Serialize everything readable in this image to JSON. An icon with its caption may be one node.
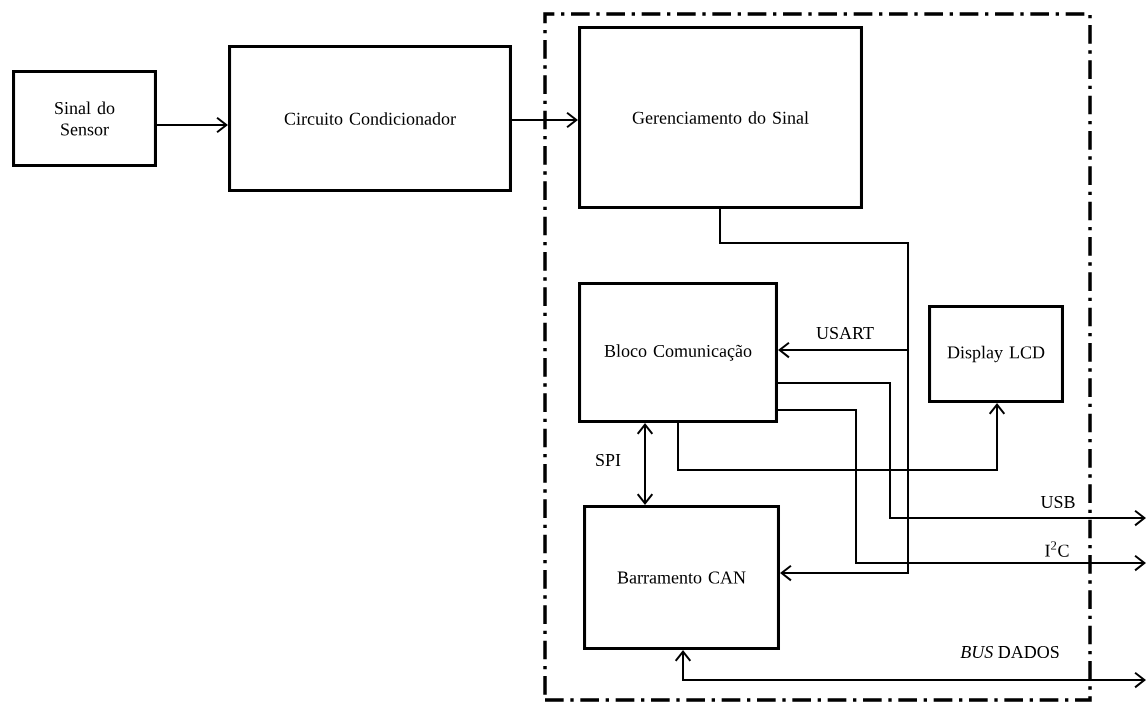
{
  "diagram": {
    "nodes": [
      {
        "text": [
          "Sinal do Sensor"
        ]
      },
      {
        "text": [
          "Circuito Condicionador"
        ]
      },
      {
        "text": [],
        "shape": "box"
      },
      {
        "text": [
          "Gerenciamento do Sinal"
        ],
        "in": 2
      },
      {
        "text": [
          "Bloco Comunicação"
        ],
        "in": 2
      },
      {
        "text": [
          "Display LCD"
        ],
        "in": 2
      },
      {
        "text": [
          "Barramento CAN"
        ],
        "in": 2
      }
    ],
    "edges": [
      {
        "from": 0,
        "to": 1,
        "arrow": "to"
      },
      {
        "from": 1,
        "to": 3,
        "arrow": "to"
      },
      {
        "from": 3,
        "to": 4,
        "arrow": "to",
        "label": "USART"
      },
      {
        "from": 3,
        "to": 6,
        "arrow": "to"
      },
      {
        "from": 4,
        "to": 6,
        "arrow": "both",
        "label": "SPI"
      },
      {
        "from": 4,
        "to": 5,
        "arrow": "to"
      },
      {
        "from": 4,
        "to": null,
        "arrow": "to",
        "label": "USB"
      },
      {
        "from": 4,
        "to": null,
        "arrow": "to",
        "label": "I$^{2}$C"
      },
      {
        "from": 6,
        "to": null,
        "arrow": "both",
        "label": "*BUS* DADOS"
      }
    ]
  }
}
